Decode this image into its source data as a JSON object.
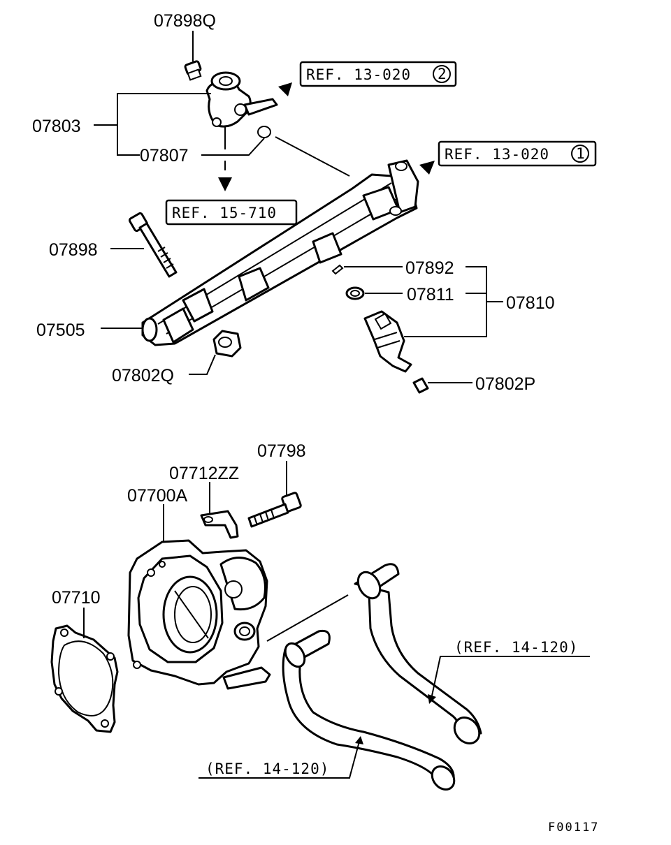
{
  "labels": {
    "p07898Q": "07898Q",
    "p07803": "07803",
    "p07807": "07807",
    "p07898": "07898",
    "p07505": "07505",
    "p07802Q": "07802Q",
    "p07892": "07892",
    "p07811": "07811",
    "p07810": "07810",
    "p07802P": "07802P",
    "p07798": "07798",
    "p07712ZZ": "07712ZZ",
    "p07700A": "07700A",
    "p07710": "07710"
  },
  "refs": {
    "ref_13_020_2": "REF. 13-020",
    "ref_13_020_2_num": "2",
    "ref_13_020_1": "REF. 13-020",
    "ref_13_020_1_num": "1",
    "ref_15_710": "REF. 15-710",
    "ref_14_120_upper": "(REF. 14-120)",
    "ref_14_120_lower": "(REF. 14-120)"
  },
  "figure_code": "F00117"
}
